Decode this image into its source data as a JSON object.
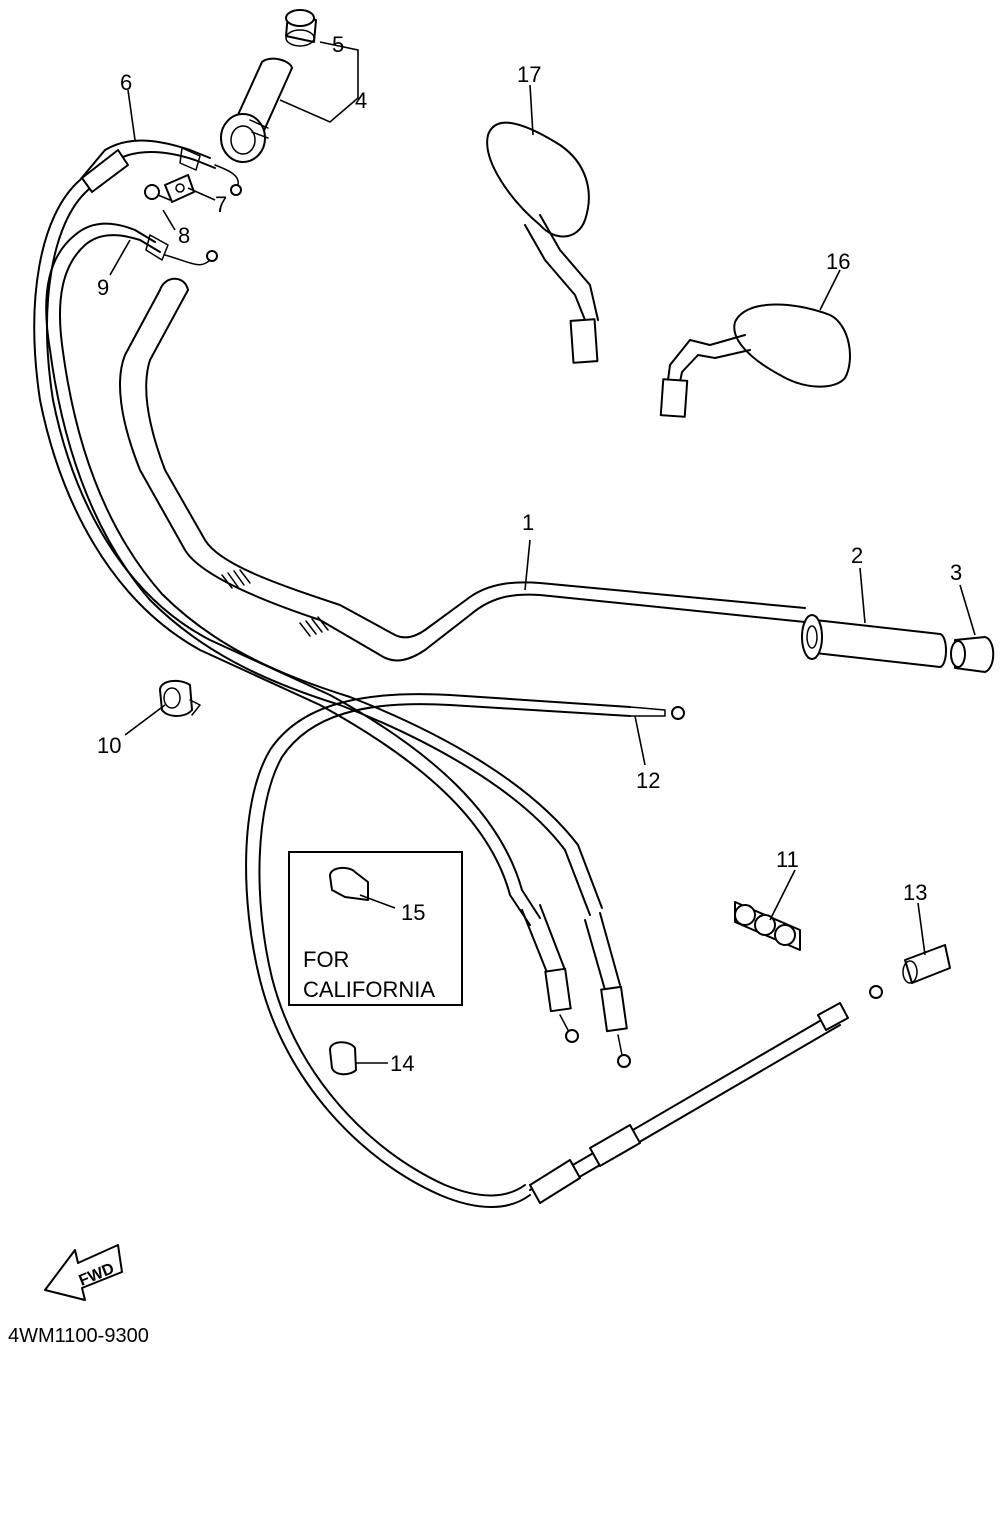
{
  "callouts": {
    "c1": "1",
    "c2": "2",
    "c3": "3",
    "c4": "4",
    "c5": "5",
    "c6": "6",
    "c7": "7",
    "c8": "8",
    "c9": "9",
    "c10": "10",
    "c11": "11",
    "c12": "12",
    "c13": "13",
    "c14": "14",
    "c15": "15",
    "c16": "16",
    "c17": "17"
  },
  "note": {
    "line1": "FOR",
    "line2": "CALIFORNIA"
  },
  "fwd_label": "FWD",
  "diagram_code": "4WM1100-9300"
}
